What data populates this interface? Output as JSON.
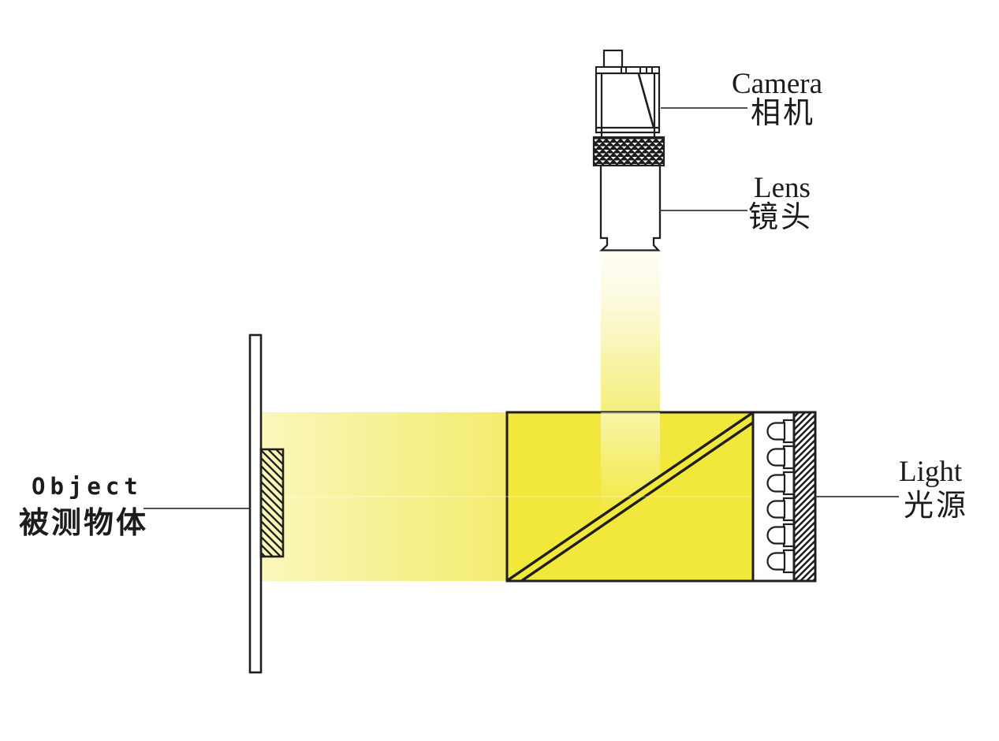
{
  "diagram": {
    "kind": "coaxial-light-machine-vision-setup",
    "background": "#ffffff",
    "labels": {
      "camera": {
        "en": "Camera",
        "zh": "相机"
      },
      "lens": {
        "en": "Lens",
        "zh": "镜头"
      },
      "light": {
        "en": "Light",
        "zh": "光源"
      },
      "object": {
        "en": "Object",
        "zh": "被测物体"
      }
    },
    "parts": [
      {
        "id": "camera",
        "name": "camera-drawing"
      },
      {
        "id": "lens",
        "name": "lens-barrel-drawing"
      },
      {
        "id": "beam-splitter",
        "name": "beam-splitter-cube"
      },
      {
        "id": "light",
        "name": "led-light-source"
      },
      {
        "id": "object",
        "name": "object-plate-with-sample"
      }
    ],
    "colors": {
      "line": "#1f1f1f",
      "leader_line": "#3a3a3a",
      "splitter_yellow": "#f1e83b",
      "beam_pale": "#faf7bb",
      "beam_mid": "#f3ec6e",
      "beam_top_white": "#fffef6",
      "beam_bottom_yellow": "#f4ee7e"
    },
    "led_count": 6
  }
}
